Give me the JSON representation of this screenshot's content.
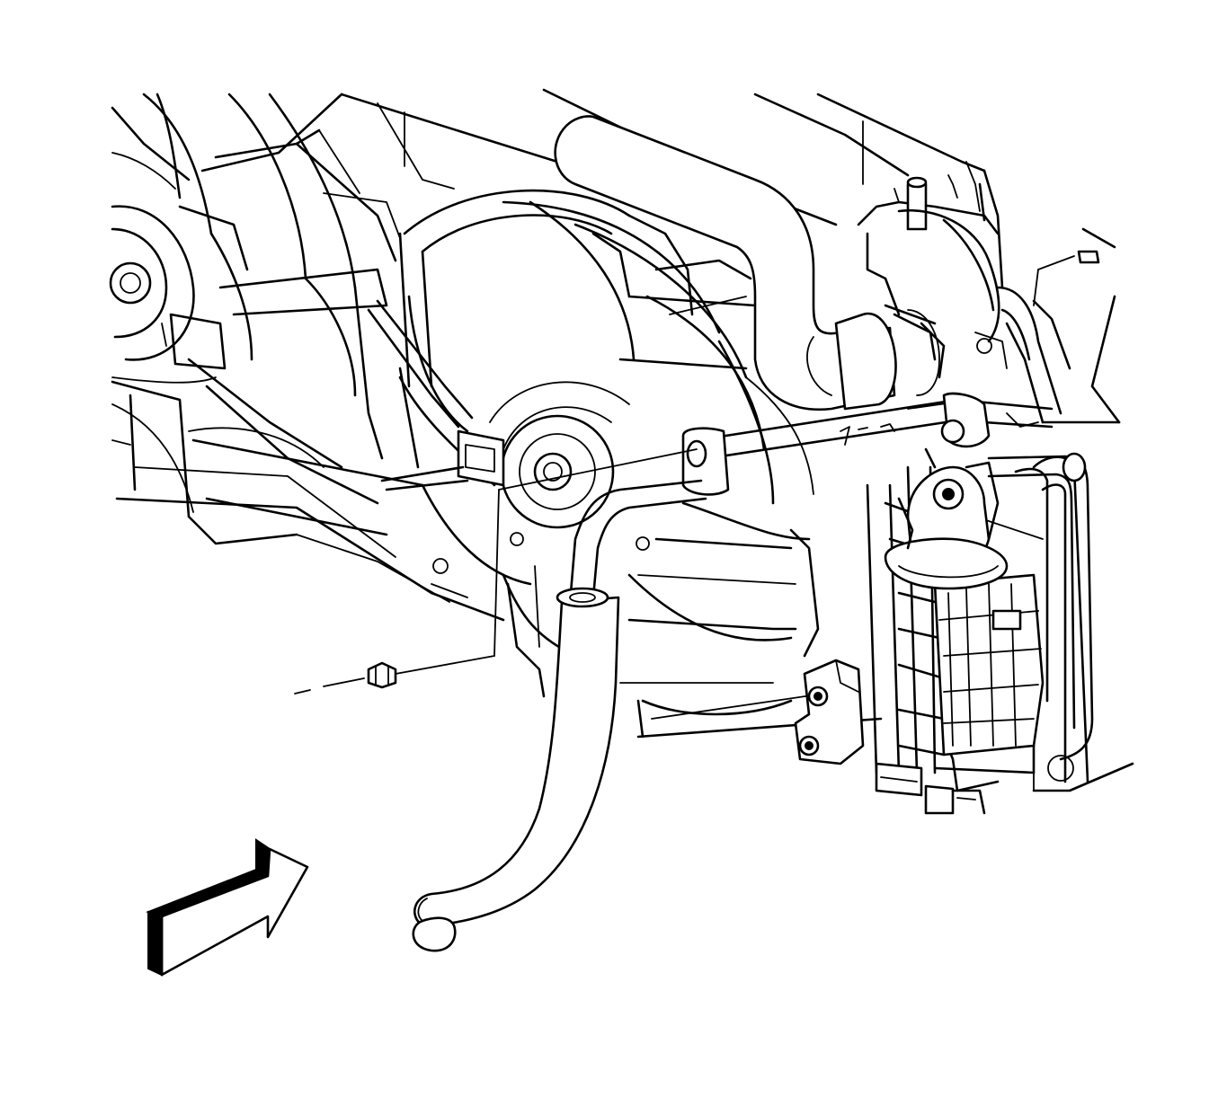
{
  "figure": {
    "palette": {
      "line": "#000000",
      "background": "#ffffff"
    },
    "parts": [
      {
        "id": "left-fan-assembly",
        "icon": "cooling-fan-icon"
      },
      {
        "id": "right-fan-assembly",
        "icon": "cooling-fan-icon"
      },
      {
        "id": "fan-shroud",
        "icon": "shroud-icon"
      },
      {
        "id": "upper-radiator-hose",
        "icon": "hose-icon"
      },
      {
        "id": "lower-radiator-hose",
        "icon": "hose-icon"
      },
      {
        "id": "transmission-cooler-line",
        "icon": "pipe-icon"
      },
      {
        "id": "fan-shroud-bolt",
        "icon": "bolt-icon"
      },
      {
        "id": "radiator-tank",
        "icon": "radiator-icon"
      },
      {
        "id": "drain-valve",
        "icon": "valve-icon"
      },
      {
        "id": "front-view-arrow",
        "icon": "direction-arrow-icon"
      }
    ]
  }
}
